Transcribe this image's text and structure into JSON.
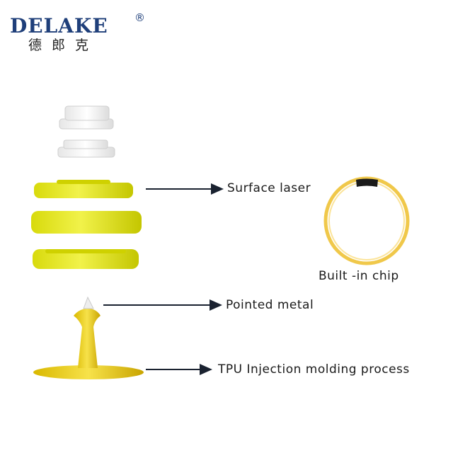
{
  "logo": {
    "brand": "DELAKE",
    "registered": "®",
    "chinese": "德郎克"
  },
  "labels": {
    "surface_laser": "Surface laser",
    "built_in_chip": "Built -in chip",
    "pointed_metal": "Pointed metal",
    "tpu_process": "TPU Injection molding process"
  },
  "colors": {
    "yellow": "#e3e41a",
    "yellow_dark": "#b9bc00",
    "cap_white": "#f2f2f2",
    "arrow": "#1a2230",
    "brand_blue": "#1f3f7a"
  }
}
